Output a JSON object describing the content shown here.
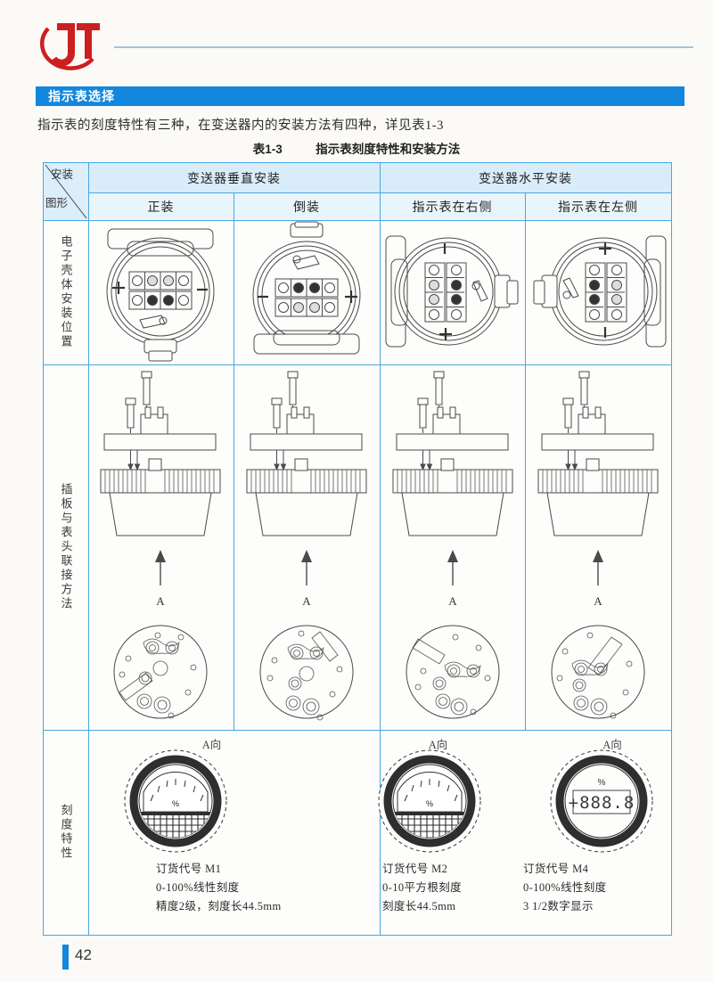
{
  "brand": {
    "logo_text": "JT",
    "logo_color": "#cc1f1f"
  },
  "banner": {
    "title": "指示表选择",
    "color": "#1287dd"
  },
  "intro": "指示表的刻度特性有三种，在变送器内的安装方法有四种，详见表1-3",
  "table_caption": {
    "number": "表1-3",
    "title": "指示表刻度特性和安装方法"
  },
  "table": {
    "corner": {
      "top_label": "安装",
      "bottom_label": "图形"
    },
    "group_headers": [
      {
        "label": "变送器垂直安装",
        "span": 2
      },
      {
        "label": "变送器水平安装",
        "span": 2
      }
    ],
    "column_headers": [
      "正装",
      "倒装",
      "指示表在右侧",
      "指示表在左侧"
    ],
    "row_labels": [
      "电子壳体安装位置",
      "插板与表头联接方法",
      "刻度特性"
    ],
    "view_label": "A向",
    "arrow_label": "A"
  },
  "scales": [
    {
      "order_code": "订货代号 M1",
      "range": "0-100%线性刻度",
      "accuracy": "精度2级，刻度长44.5mm",
      "dial_unit": "%",
      "type": "analog-linear"
    },
    {
      "order_code": "订货代号 M2",
      "range": "0-10平方根刻度",
      "accuracy": "刻度长44.5mm",
      "dial_unit": "%",
      "type": "analog-sqrt"
    },
    {
      "order_code": "订货代号 M4",
      "range": "0-100%线性刻度",
      "accuracy": "3   1/2数字显示",
      "dial_unit": "%",
      "digital_value": "+888.8",
      "type": "digital"
    }
  ],
  "terminal_marks": {
    "plus": "+",
    "minus": "-"
  },
  "footer": {
    "page_number": "42",
    "bar_color": "#1287dd"
  }
}
